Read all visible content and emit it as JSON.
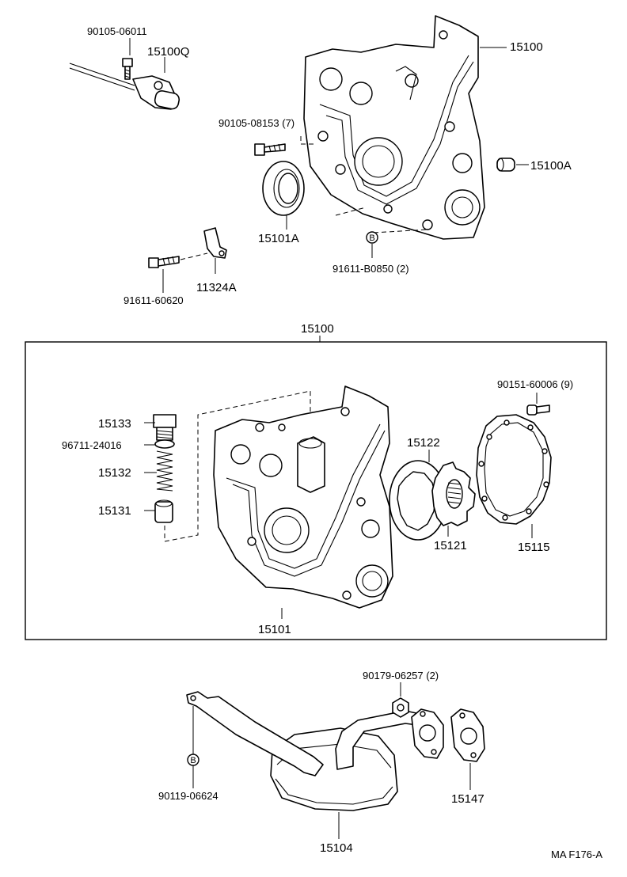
{
  "labels": {
    "p_90105_06011": "90105-06011",
    "p_15100Q": "15100Q",
    "p_15100_top": "15100",
    "p_90105_08153": "90105-08153 (7)",
    "p_15100A": "15100A",
    "p_15101A": "15101A",
    "p_91611_B0850": "91611-B0850 (2)",
    "p_11324A": "11324A",
    "p_91611_60620": "91611-60620",
    "p_15100_group": "15100",
    "p_15133": "15133",
    "p_96711_24016": "96711-24016",
    "p_15132": "15132",
    "p_15131": "15131",
    "p_15101": "15101",
    "p_15122": "15122",
    "p_15121": "15121",
    "p_90151_60006": "90151-60006 (9)",
    "p_15115": "15115",
    "p_90179_06257": "90179-06257 (2)",
    "p_90119_06624": "90119-06624",
    "p_15147": "15147",
    "p_15104": "15104",
    "drawing_code": "MA F176-A",
    "marker_b": "B"
  }
}
